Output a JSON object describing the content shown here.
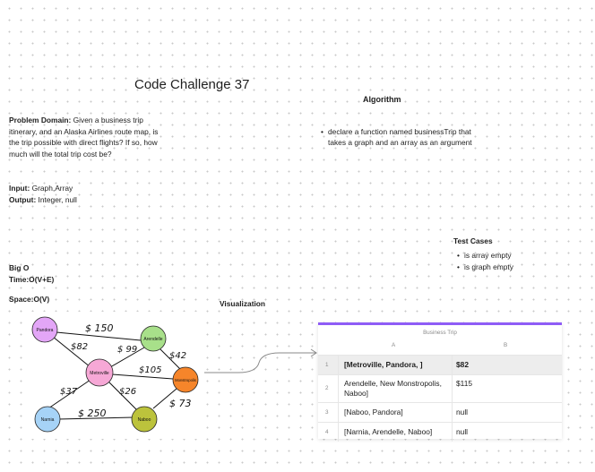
{
  "board": {
    "title": "Code Challenge 37",
    "problem": {
      "label": "Problem Domain:",
      "text": " Given a business trip itinerary, and an Alaska Airlines route map, is the trip possible with direct flights? If so, how much will the total trip cost be?"
    },
    "input": {
      "label": "Input:",
      "value": " Graph,Array"
    },
    "output": {
      "label": "Output:",
      "value": " Integer, null"
    },
    "big_o": {
      "heading": "Big O",
      "time": "Time:O(V+E)",
      "space": "Space:O(V)"
    },
    "algorithm": {
      "heading": "Algorithm",
      "steps": [
        "declare a function named businessTrip that takes a graph and an array as an argument"
      ]
    },
    "test_cases": {
      "heading": "Test Cases",
      "items": [
        "is array empty",
        "is graph empty"
      ]
    },
    "visualization": {
      "heading": "Visualization"
    }
  },
  "graph": {
    "nodes": {
      "pandora": {
        "label": "Pandora",
        "color": "#e3a6f7"
      },
      "arendelle": {
        "label": "Arendelle",
        "color": "#a8e08a"
      },
      "metroville": {
        "label": "Metroville",
        "color": "#f6a8d6"
      },
      "monstropolis": {
        "label": "Monstropolis",
        "color": "#f6852a"
      },
      "narnia": {
        "label": "Narnia",
        "color": "#a6d3f7"
      },
      "naboo": {
        "label": "Naboo",
        "color": "#bcc33c"
      }
    },
    "weights": {
      "pandora_arendelle": "$ 150",
      "pandora_metroville": "$82",
      "metroville_arendelle": "$ 99",
      "arendelle_monstropolis": "$42",
      "metroville_monstropolis": "$105",
      "metroville_narnia": "$37",
      "metroville_naboo": "$26",
      "narnia_naboo": "$ 250",
      "naboo_monstropolis": "$ 73"
    }
  },
  "table": {
    "title": "Business Trip",
    "columns": [
      "A",
      "B"
    ],
    "rows": [
      {
        "num": "1",
        "a": "[Metroville, Pandora, ]",
        "b": "$82"
      },
      {
        "num": "2",
        "a": "Arendelle, New Monstropolis, Naboo]",
        "b": "$115"
      },
      {
        "num": "3",
        "a": "[Naboo, Pandora]",
        "b": "null"
      },
      {
        "num": "4",
        "a": "[Narnia, Arendelle, Naboo]",
        "b": "null"
      }
    ],
    "accent_color": "#8f5cf6"
  }
}
